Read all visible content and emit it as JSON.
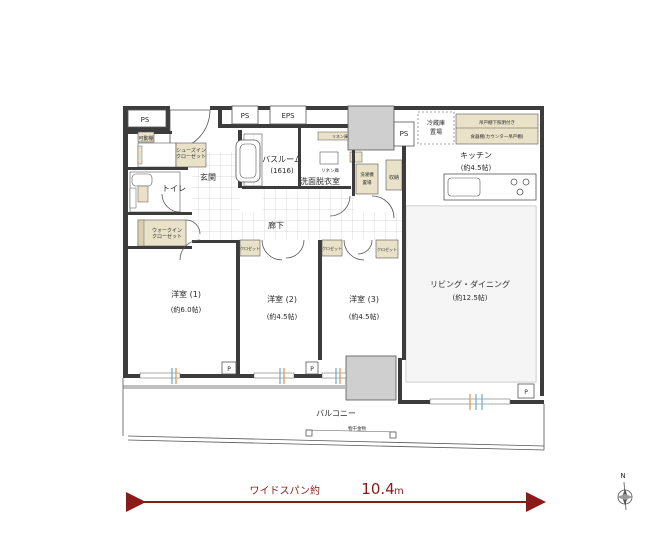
{
  "rooms": {
    "western1": {
      "name": "洋室 (1)",
      "size": "(約6.0帖)"
    },
    "western2": {
      "name": "洋室 (2)",
      "size": "(約4.5帖)"
    },
    "western3": {
      "name": "洋室 (3)",
      "size": "(約4.5帖)"
    },
    "living": {
      "name": "リビング・ダイニング",
      "size": "(約12.5帖)"
    },
    "kitchen": {
      "name": "キッチン",
      "size": "(約4.5帖)"
    },
    "bath": {
      "name": "バスルーム",
      "size": "(1616)"
    },
    "washroom": "洗面脱衣室",
    "entrance": "玄関",
    "toilet": "トイレ",
    "corridor": "廊下",
    "balcony": "バルコニー"
  },
  "storage": {
    "shoe_closet": [
      "シューズイン",
      "クローゼット"
    ],
    "walkin_closet": [
      "ウォークイン",
      "クローゼット"
    ],
    "storage_small": "可動棚",
    "storage_small2": "収納",
    "fridge": [
      "冷蔵庫",
      "置場"
    ],
    "linen": "リネン庫",
    "closet": "クロゼット",
    "shelf_label": "吊戸棚下照明付き",
    "counter_label": "食器棚(カウンター吊戸棚)",
    "stock": "収納",
    "storage_washer": [
      "洗濯機",
      "置場"
    ]
  },
  "shafts": {
    "ps": "PS",
    "eps": "EPS",
    "p": "P"
  },
  "balcony_note": "物干金物",
  "span": {
    "label": "ワイドスパン約",
    "value": "10.4",
    "unit": "m"
  },
  "compass": {
    "north": "N"
  },
  "colors": {
    "wall": "#3c3c3c",
    "floor_tile": "#d8d8d8",
    "storage_fill": "#e9e1c8",
    "window_blue": "#7fb4d8",
    "window_orange": "#e0a060",
    "arrow": "#8b1a1a"
  }
}
